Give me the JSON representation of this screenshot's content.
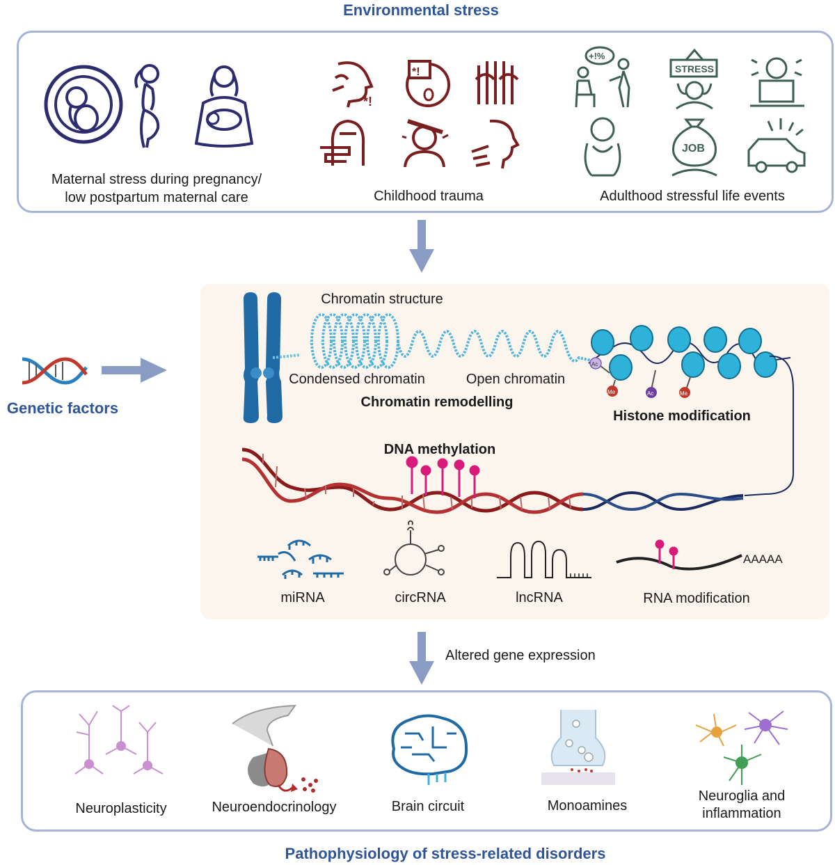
{
  "top": {
    "title": "Environmental stress",
    "groups": [
      {
        "label_line1": "Maternal stress during pregnancy/",
        "label_line2": "low postpartum maternal care"
      },
      {
        "label": "Childhood trauma"
      },
      {
        "label": "Adulthood stressful life events"
      }
    ],
    "icon_text": {
      "stress_sign": "STRESS",
      "job_bag": "JOB",
      "speech": "+!%"
    }
  },
  "left": {
    "label": "Genetic factors"
  },
  "middle": {
    "chromatin_structure": "Chromatin structure",
    "condensed": "Condensed chromatin",
    "open": "Open chromatin",
    "remodelling": "Chromatin remodelling",
    "histone": "Histone modification",
    "dna_methylation": "DNA methylation",
    "marks": {
      "ac": "Ac",
      "me": "Me"
    },
    "rna": {
      "mirna": "miRNA",
      "circrna": "circRNA",
      "lncrna": "lncRNA",
      "rna_mod": "RNA modification",
      "polya": "AAAAA"
    }
  },
  "arrow_label": "Altered gene expression",
  "bottom": {
    "items": [
      "Neuroplasticity",
      "Neuroendocrinology",
      "Brain circuit",
      "Monoamines"
    ],
    "neuroglia_line1": "Neuroglia and",
    "neuroglia_line2": "inflammation",
    "title": "Pathophysiology of stress-related disorders"
  },
  "colors": {
    "title_blue": "#2f5597",
    "panel_border": "#a6b3d9",
    "arrow": "#8a9cc4",
    "trauma_red": "#7a1f1f",
    "adult_green": "#3d5f52",
    "maternal_navy": "#2c2c6e",
    "chromatin_blue": "#2a7fbf",
    "dna_red": "#8b1a1a",
    "methyl_pink": "#d81b7a"
  }
}
